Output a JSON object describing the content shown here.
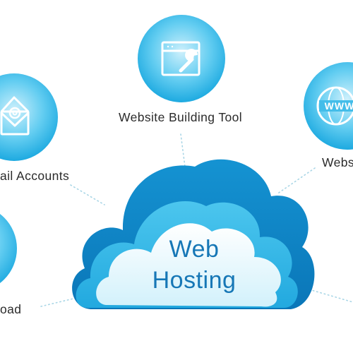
{
  "center": {
    "line1": "Web",
    "line2": "Hosting"
  },
  "features": {
    "website_building_tool": {
      "label": "Website Building Tool",
      "icon": "browser-wrench-icon"
    },
    "email_accounts": {
      "label": "ail Accounts",
      "icon": "email-envelope-icon"
    },
    "websites": {
      "label": "Webs",
      "icon": "www-globe-icon"
    },
    "upload": {
      "label": "oad",
      "icon": "upload-icon"
    }
  },
  "colors": {
    "circle_light": "#c8eefb",
    "circle_dark": "#17a6de",
    "cloud_dark": "#0e83c5",
    "cloud_mid": "#3dbce9",
    "cloud_light": "#e4f7fd",
    "text_blue": "#1677b6",
    "connector": "#a9d6e6"
  }
}
